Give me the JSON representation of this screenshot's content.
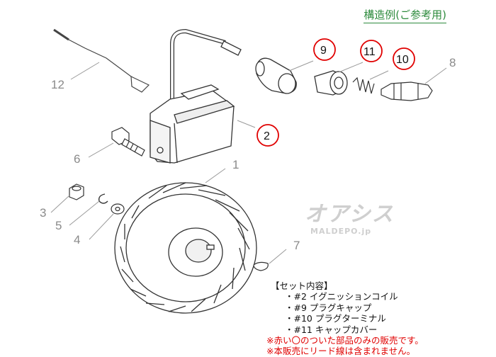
{
  "title": "構造例(ご参考用)",
  "callouts": {
    "p1": "1",
    "p2": "2",
    "p3": "3",
    "p4": "4",
    "p5": "5",
    "p6": "6",
    "p7": "7",
    "p8": "8",
    "p9": "9",
    "p10": "10",
    "p11": "11",
    "p12": "12"
  },
  "watermark": {
    "brand": "オアシス",
    "site": "MALDEPO.jp"
  },
  "set_contents": {
    "header": "【セット内容】",
    "items": [
      "・#2 イグニッションコイル",
      "・#9 プラグキャップ",
      "・#10 プラグターミナル",
      "・#11 キャップカバー"
    ]
  },
  "notes": [
    "※赤い〇のついた部品のみの販売です。",
    "※本販売にリード線は含まれません。"
  ],
  "colors": {
    "title": "#2e8b3d",
    "highlight_circle": "#e00000",
    "note_text": "#e00000",
    "leader": "#9a9a9a"
  }
}
